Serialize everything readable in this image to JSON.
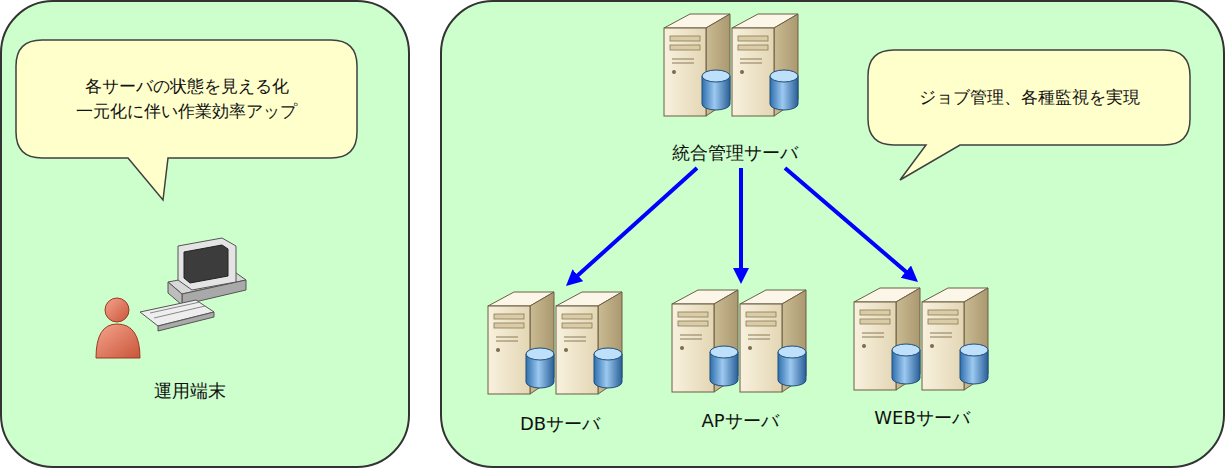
{
  "diagram": {
    "nodes": [
      {
        "text": [
          "各サーバの状態を見える化 一元化に伴い作業効率アップ"
        ]
      },
      {
        "text": [
          "運用端末"
        ]
      },
      {
        "text": [
          "統合管理サーバ"
        ]
      },
      {
        "text": [
          "ジョブ管理、各種監視を実現"
        ]
      },
      {
        "text": [
          "DBサーバ"
        ]
      },
      {
        "text": [
          "APサーバ"
        ]
      },
      {
        "text": [
          "WEBサーバ"
        ]
      }
    ],
    "edges": [
      {
        "from": 2,
        "to": 4,
        "arrow": "to"
      },
      {
        "from": 2,
        "to": 5,
        "arrow": "to"
      },
      {
        "from": 2,
        "to": 6,
        "arrow": "to"
      }
    ]
  }
}
